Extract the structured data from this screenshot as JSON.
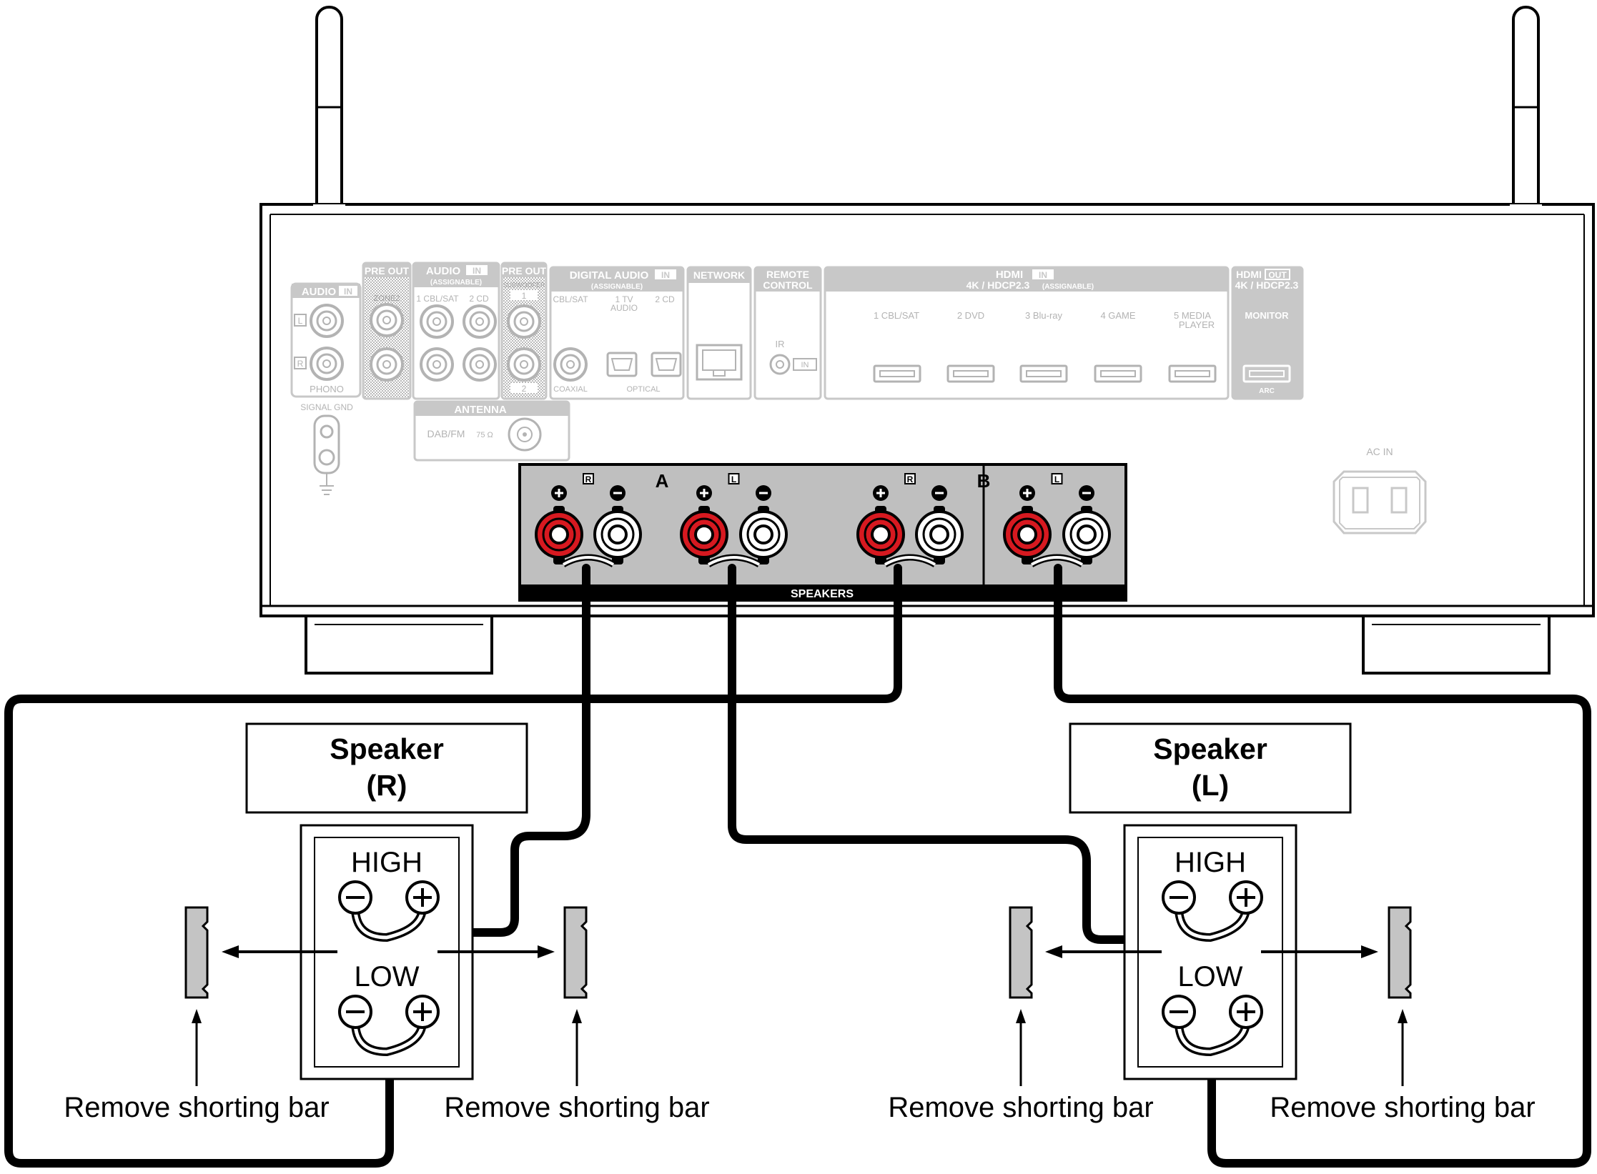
{
  "colors": {
    "outline": "#000000",
    "panel_gray": "#c8c8c8",
    "dim_gray": "#bdbdbd",
    "terminal_red": "#d71920",
    "speaker_panel": "#bfbfbf",
    "bar_gray": "#c4c4c4"
  },
  "rear_panel": {
    "audio_in": {
      "title": "AUDIO",
      "tag": "IN",
      "left": "L",
      "right": "R",
      "phono": "PHONO",
      "signal_gnd": "SIGNAL GND"
    },
    "pre_out_zone2": {
      "title": "PRE OUT",
      "zone": "ZONE2"
    },
    "audio_in_assignable": {
      "title": "AUDIO",
      "tag": "IN",
      "sub": "(ASSIGNABLE)",
      "ch1": "1 CBL/SAT",
      "ch2": "2  CD"
    },
    "pre_out_sub": {
      "title": "PRE OUT",
      "sub": "SUBWOOFER",
      "n1": "1",
      "n2": "2"
    },
    "digital_audio": {
      "title": "DIGITAL AUDIO",
      "tag": "IN",
      "sub": "(ASSIGNABLE)",
      "c1": "CBL/SAT",
      "c2a": "1   TV",
      "c2b": "AUDIO",
      "c3": "2   CD",
      "coaxial": "COAXIAL",
      "optical": "OPTICAL"
    },
    "network": {
      "title": "NETWORK"
    },
    "remote_control": {
      "title1": "REMOTE",
      "title2": "CONTROL",
      "ir": "IR",
      "in": "IN"
    },
    "hdmi_in": {
      "title": "HDMI",
      "tag": "IN",
      "sub": "4K / HDCP2.3",
      "sub2": "(ASSIGNABLE)",
      "inputs": [
        "1  CBL/SAT",
        "2  DVD",
        "3  Blu-ray",
        "4  GAME",
        "5  MEDIA"
      ],
      "input5_line2": "PLAYER"
    },
    "hdmi_out": {
      "title": "HDMI",
      "tag": "OUT",
      "sub": "4K / HDCP2.3",
      "monitor": "MONITOR",
      "arc": "ARC"
    },
    "antenna": {
      "title": "ANTENNA",
      "dabfm": "DAB/FM",
      "ohm": "75 Ω"
    },
    "ac_in": "AC IN",
    "speakers": {
      "label": "SPEAKERS",
      "group_a": "A",
      "group_b": "B",
      "r": "R",
      "l": "L"
    }
  },
  "speakers": [
    {
      "title": "Speaker",
      "side": "(R)",
      "high": "HIGH",
      "low": "LOW"
    },
    {
      "title": "Speaker",
      "side": "(L)",
      "high": "HIGH",
      "low": "LOW"
    }
  ],
  "captions": [
    "Remove shorting bar",
    "Remove shorting bar",
    "Remove shorting bar",
    "Remove shorting bar"
  ]
}
